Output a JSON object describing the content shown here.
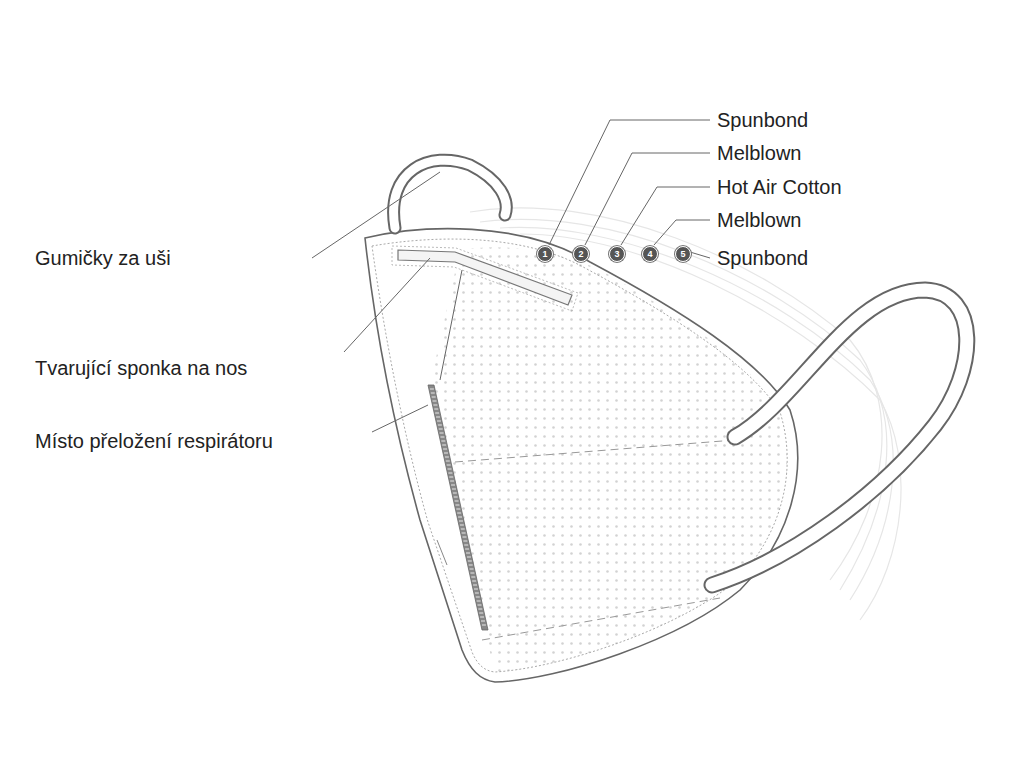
{
  "diagram": {
    "nodes": [
      {
        "text": [
          "1"
        ]
      },
      {
        "text": [
          "2"
        ]
      },
      {
        "text": [
          "3"
        ]
      },
      {
        "text": [
          "4"
        ]
      },
      {
        "text": [
          "5"
        ]
      }
    ],
    "edges": [],
    "labels": [
      "Spunbond",
      "Melblown",
      "Hot Air Cotton",
      "Melblown",
      "Spunbond",
      "Gumičky za uši",
      "Tvarující sponka na nos",
      "Místo přeložení respirátoru"
    ]
  }
}
